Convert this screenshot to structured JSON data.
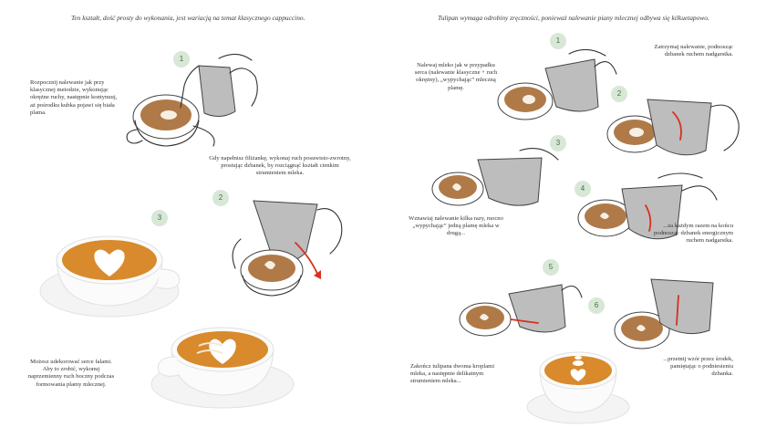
{
  "left_page": {
    "header": "Ten kształt, dość prosty do wykonania, jest wariacją na temat klasycznego cappuccino.",
    "steps": [
      {
        "badge": "1",
        "text": "Rozpocznij nalewanie jak przy klasycznej metodzie, wykonując okrężne ruchy, następnie kontynuuj, aż pośrodku kubka pojawi się biała plama."
      },
      {
        "badge": "2",
        "text": "Gdy napełnisz filiżankę, wykonaj ruch posuwisto-zwrotny, prostując dzbanek, by rozciągnąć kształt cienkim strumieniem mleka."
      },
      {
        "badge": "3",
        "text": "Możesz udekorować serce falami. Aby to zrobić, wykonuj naprzemienny ruch boczny podczas formowania plamy mlecznej."
      }
    ]
  },
  "right_page": {
    "header": "Tulipan wymaga odrobiny zręczności, ponieważ nalewanie piany mlecznej odbywa się kilkuetapowo.",
    "steps": [
      {
        "badge": "1",
        "text": "Nalewaj mleko jak w przypadku serca (nalewanie klasyczne + ruch okrężny), „wypychając” mleczną plamę."
      },
      {
        "badge": "2",
        "text": "Zatrzymaj nalewanie, podnosząc dzbanek ruchem nadgarstka."
      },
      {
        "badge": "3",
        "text": "Wznawiaj nalewanie kilka razy, mocno „wypychając” jedną plamę mleka w drugą..."
      },
      {
        "badge": "4",
        "text": "...za każdym razem na końcu podnosząc dzbanek energicznym ruchem nadgarstka."
      },
      {
        "badge": "5",
        "text": "Zakończ tulipana dwoma kroplami mleka, a następnie delikatnym strumieniem mleka..."
      },
      {
        "badge": "6",
        "text": "...przetnij wzór przez środek, pamiętając o podniesieniu dzbanka."
      }
    ]
  }
}
